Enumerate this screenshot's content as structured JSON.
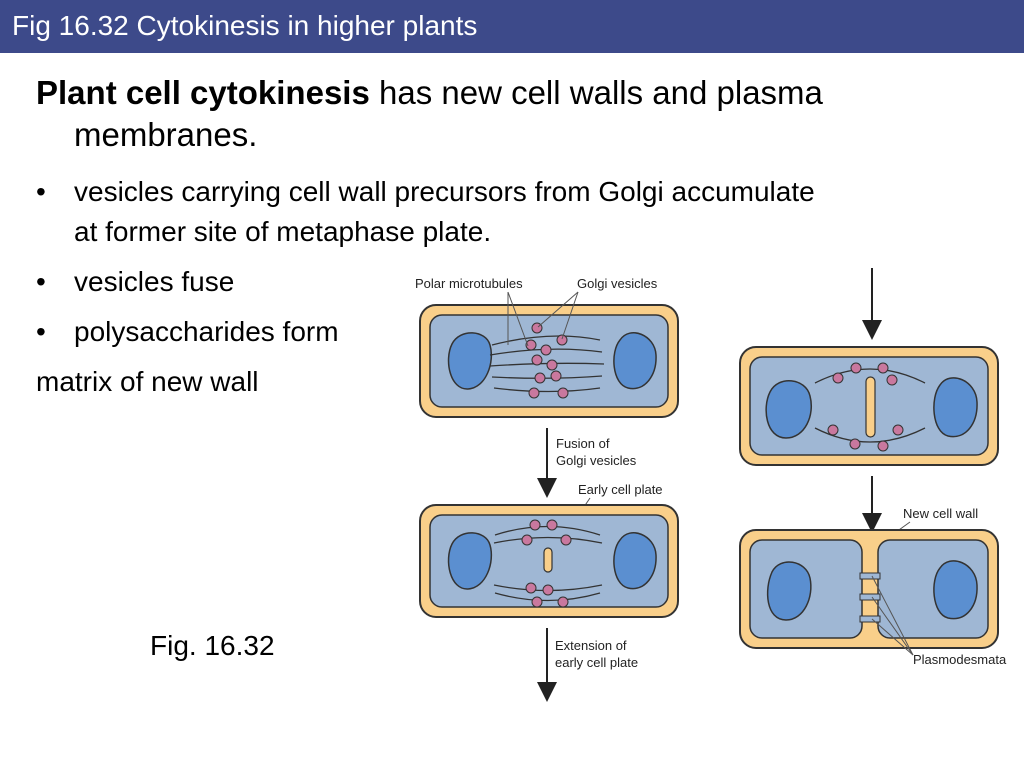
{
  "title": "Fig 16.32  Cytokinesis in higher plants",
  "heading": {
    "bold": "Plant cell cytokinesis",
    "rest_line1": " has new cell walls and plasma",
    "rest_line2": "membranes."
  },
  "bullets": [
    {
      "symbol": "•",
      "line1": "vesicles carrying cell wall precursors from Golgi accumulate",
      "line2": "at former site of metaphase plate."
    },
    {
      "symbol": "•",
      "line1": "vesicles fuse"
    },
    {
      "symbol": "•",
      "line1": "polysaccharides form"
    }
  ],
  "plain_line": "matrix of new wall",
  "fig_caption": "Fig. 16.32",
  "diagram": {
    "labels": {
      "polar_microtubules": "Polar microtubules",
      "golgi_vesicles": "Golgi vesicles",
      "fusion_1": "Fusion of",
      "fusion_2": "Golgi vesicles",
      "early_cell_plate": "Early cell plate",
      "extension_1": "Extension of",
      "extension_2": "early cell plate",
      "new_cell_wall": "New cell wall",
      "plasmodesmata": "Plasmodesmata"
    },
    "colors": {
      "cell_wall": "#f9cf8a",
      "cytoplasm": "#9fb7d4",
      "nucleus": "#5b8fd0",
      "vesicle": "#c9789e",
      "outline": "#333333"
    }
  }
}
